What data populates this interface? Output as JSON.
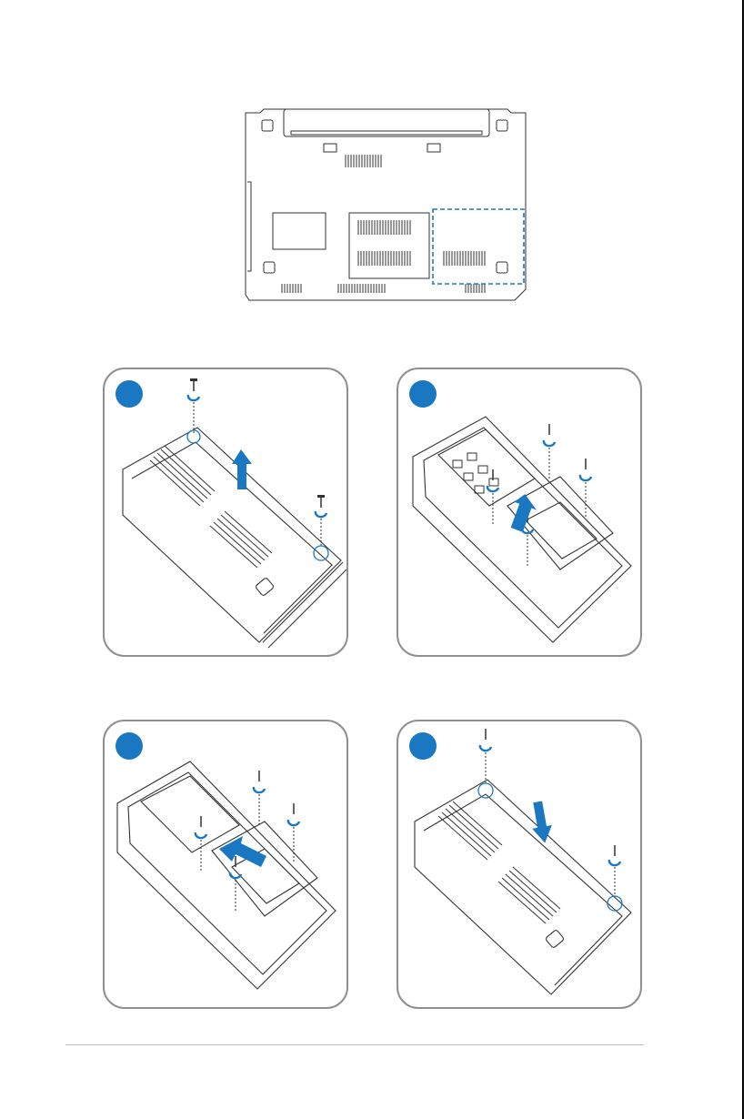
{
  "diagram": {
    "overview": {
      "name": "laptop-underside-overview",
      "highlight": "hdd-compartment"
    },
    "steps": [
      {
        "name": "step-1-remove-cover"
      },
      {
        "name": "step-2-remove-drive-screws"
      },
      {
        "name": "step-3-slide-drive-out"
      },
      {
        "name": "step-4-replace-cover"
      }
    ]
  },
  "colors": {
    "accent": "#1a78c2",
    "outline": "#333333",
    "panel_border": "#8f8f8f"
  }
}
